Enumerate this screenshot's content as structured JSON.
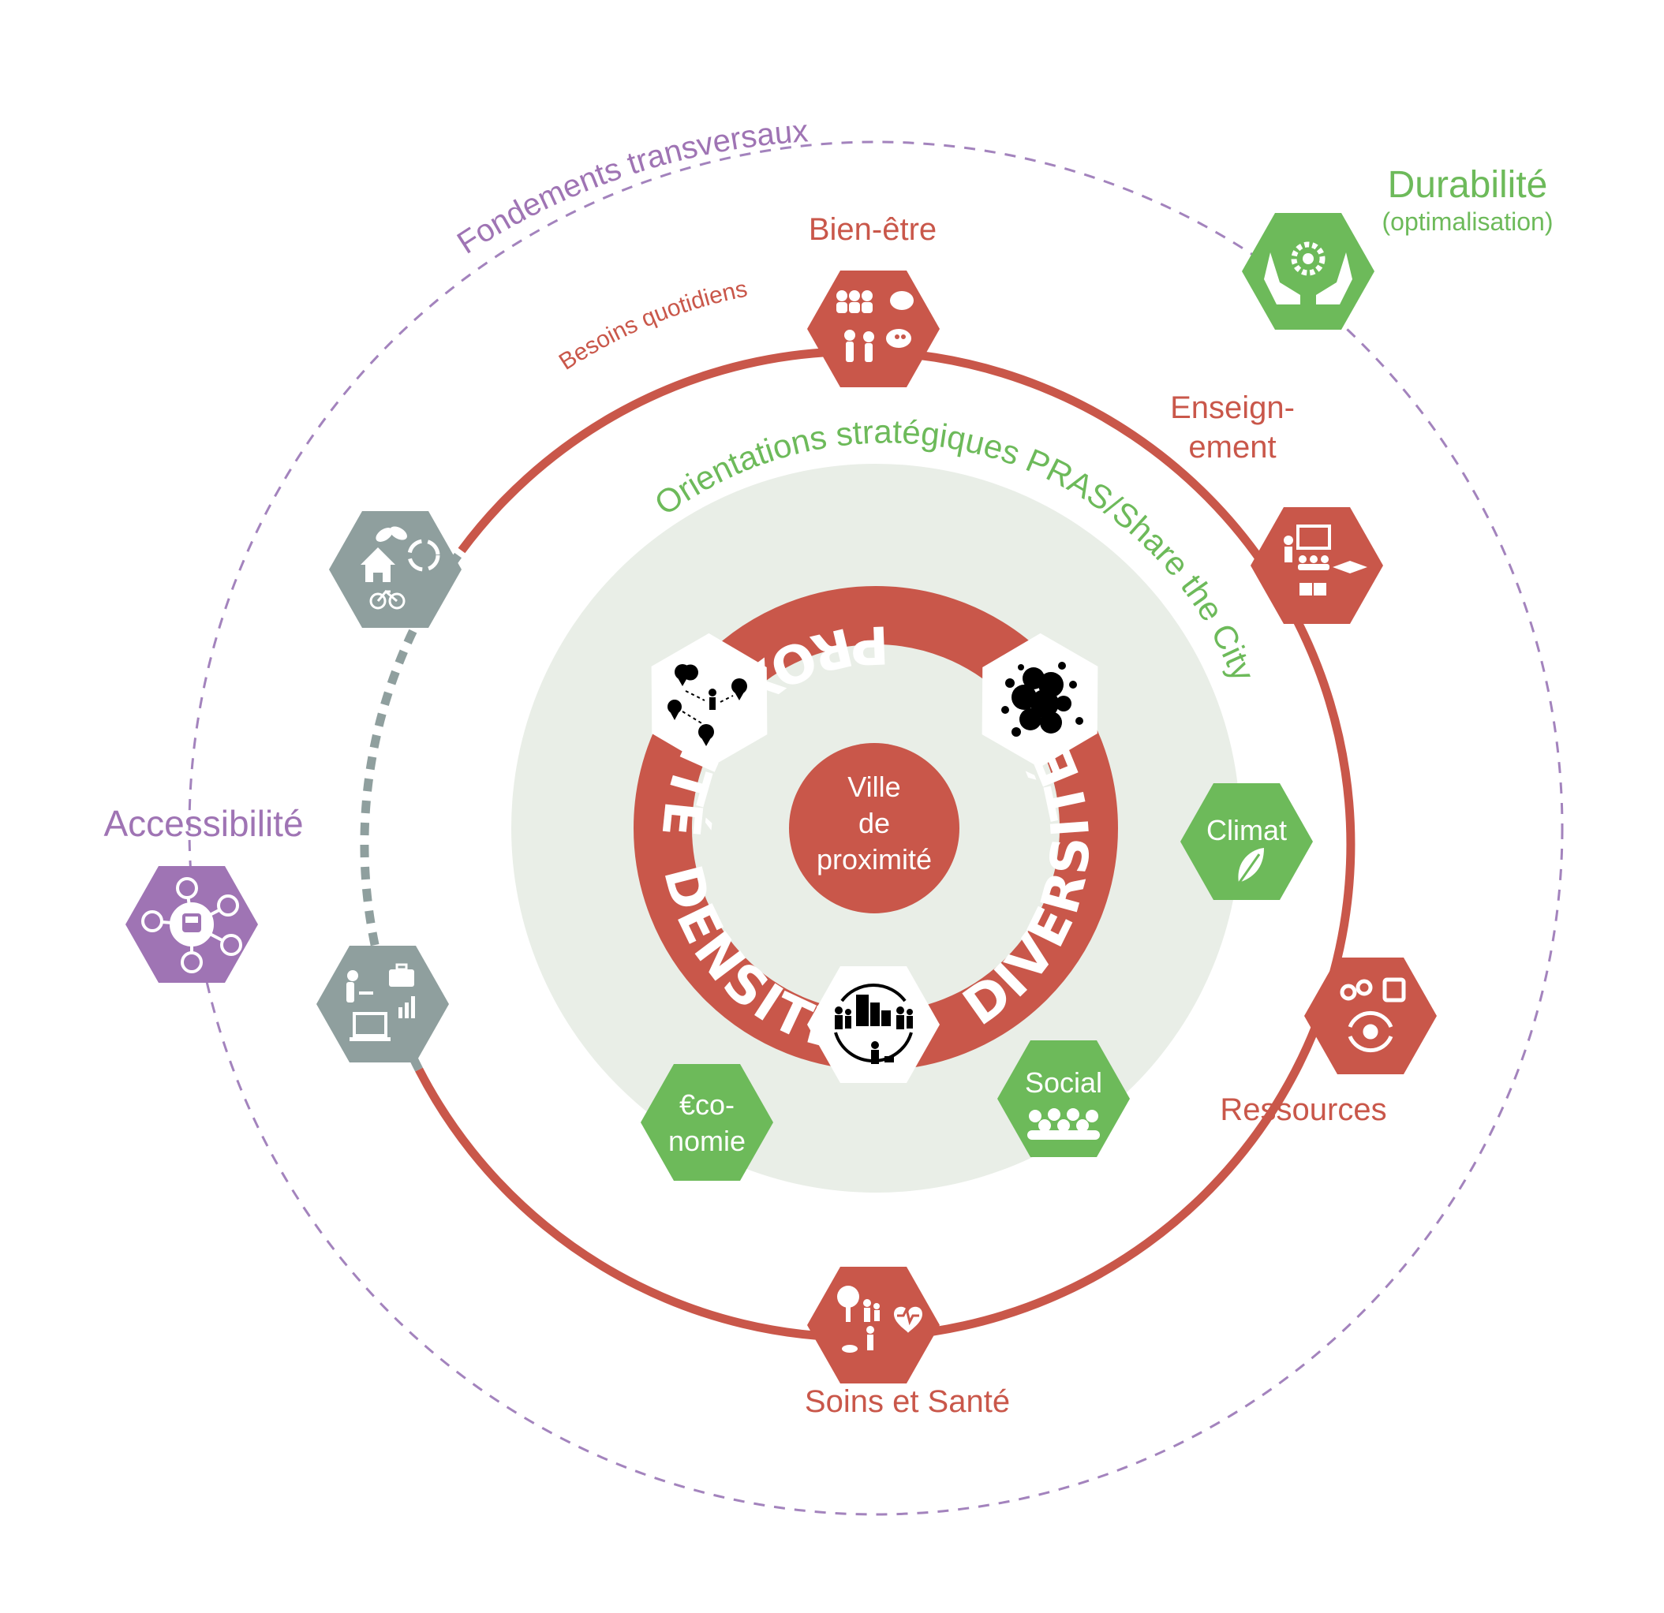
{
  "labels": {
    "transversal_arc": "Fondements transversaux",
    "daily_needs_arc": "Besoins quotidiens",
    "strategic_arc": "Orientations stratégiques PRAS/Share the City",
    "core": [
      "Ville",
      "de",
      "proximité"
    ],
    "ring_densite": "DENSITÉ",
    "ring_diversite": "DIVERSITÉ",
    "ring_proximite": "PROXIMITÉ"
  },
  "outer": {
    "durabilite_title": "Durabilité",
    "durabilite_sub": "(optimalisation)",
    "accessibilite_title": "Accessibilité"
  },
  "needs": {
    "bien_etre": "Bien-être",
    "enseignement_line1": "Enseign-",
    "enseignement_line2": "ement",
    "ressources": "Ressources",
    "soins": "Soins et Santé"
  },
  "strategic": {
    "climat": "Climat",
    "social": "Social",
    "economie_line1": "€co-",
    "economie_line2": "nomie"
  },
  "colors": {
    "red": "#c9574a",
    "green": "#6dba5a",
    "purple": "#9f74b4",
    "grey": "#8f9f9e",
    "pale": "#e9eee7",
    "dash_purple": "#a383bd"
  },
  "icons": {
    "bien_etre": "community-culture-icon",
    "enseignement": "education-icon",
    "ressources": "resources-recycling-icon",
    "soins": "health-care-icon",
    "durabilite": "hands-gear-icon",
    "accessibilite": "mobility-hub-icon",
    "grey_top": "home-nature-bike-icon",
    "grey_bottom": "work-office-icon",
    "climat": "leaf-icon",
    "social": "people-group-icon",
    "proximite": "map-pins-icon",
    "densite": "dense-blobs-icon",
    "diversite": "mixed-city-icon"
  }
}
